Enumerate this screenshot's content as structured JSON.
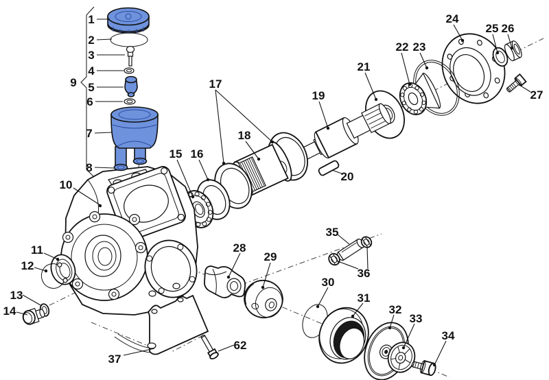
{
  "figure": {
    "type": "exploded-parts-diagram",
    "background": "#ffffff",
    "line_color": "#1a1a1a",
    "highlight_color": "#6e92dc",
    "highlight_dark": "#2c4a9e"
  },
  "callouts": {
    "c1": "1",
    "c2": "2",
    "c3": "3",
    "c4": "4",
    "c5": "5",
    "c6": "6",
    "c7": "7",
    "c8": "8",
    "c9": "9",
    "c10": "10",
    "c11": "11",
    "c12": "12",
    "c13": "13",
    "c14": "14",
    "c15": "15",
    "c16": "16",
    "c17": "17",
    "c18": "18",
    "c19": "19",
    "c20": "20",
    "c21": "21",
    "c22": "22",
    "c23": "23",
    "c24": "24",
    "c25": "25",
    "c26": "26",
    "c27": "27",
    "c28": "28",
    "c29": "29",
    "c30": "30",
    "c31": "31",
    "c32": "32",
    "c33": "33",
    "c34": "34",
    "c35": "35",
    "c36": "36",
    "c37": "37",
    "c62": "62"
  }
}
